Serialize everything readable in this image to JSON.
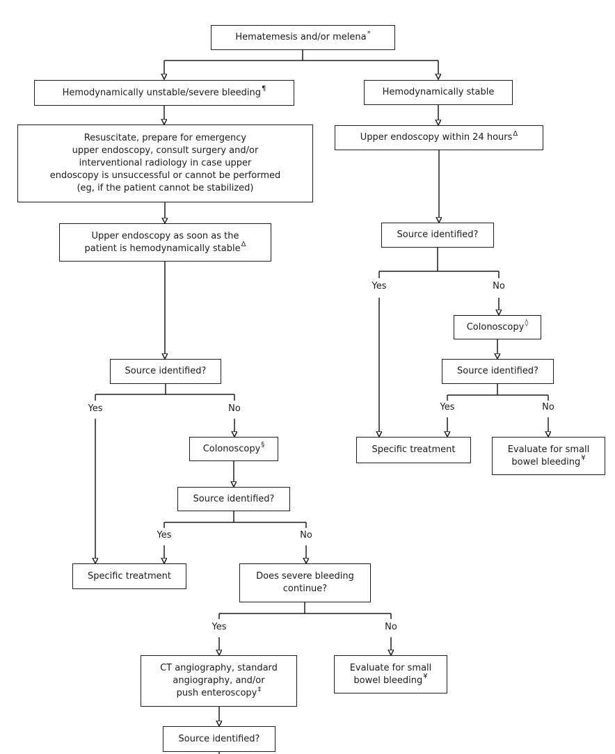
{
  "colors": {
    "line": "#1c1c1c",
    "box_background": "#ffffff",
    "text": "#1a1a1a"
  },
  "branch_labels": {
    "yes": "Yes",
    "no": "No"
  },
  "nodes": {
    "root": {
      "label": "Hematemesis and/or melena",
      "marker": "*"
    },
    "unstable": {
      "label": "Hemodynamically unstable/severe bleeding",
      "marker": "¶"
    },
    "stable": {
      "label": "Hemodynamically stable"
    },
    "resuscitate": {
      "label": "Resuscitate, prepare for emergency\nupper endoscopy, consult surgery and/or\ninterventional radiology in case upper\nendoscopy is unsuccessful or cannot be performed\n(eg, if the patient cannot be stabilized)"
    },
    "endo_unstable": {
      "label": "Upper endoscopy as soon as the\npatient is hemodynamically stable",
      "marker": "Δ"
    },
    "endo_stable": {
      "label": "Upper endoscopy within 24 hours",
      "marker": "Δ"
    },
    "source1_left": {
      "label": "Source identified?"
    },
    "source1_right": {
      "label": "Source identified?"
    },
    "colonoscopy_right": {
      "label": "Colonoscopy",
      "marker": "◊"
    },
    "source2_right": {
      "label": "Source identified?"
    },
    "specific_right": {
      "label": "Specific treatment"
    },
    "evaluate_right": {
      "label": "Evaluate for small\nbowel bleeding",
      "marker": "¥"
    },
    "colonoscopy_left": {
      "label": "Colonoscopy",
      "marker": "§"
    },
    "source2_left": {
      "label": "Source identified?"
    },
    "specific_left": {
      "label": "Specific treatment"
    },
    "severe_bleeding_continue": {
      "label": "Does severe bleeding\ncontinue?"
    },
    "ct_angiography": {
      "label": "CT angiography, standard\nangiography, and/or\npush enteroscopy",
      "marker": "‡"
    },
    "evaluate_bottom": {
      "label": "Evaluate for small\nbowel bleeding",
      "marker": "¥"
    },
    "source3_left": {
      "label": "Source identified?"
    }
  }
}
